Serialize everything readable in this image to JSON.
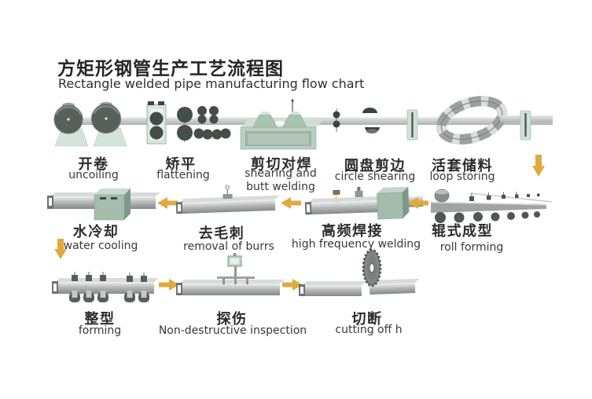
{
  "title": {
    "zh": "方矩形钢管生产工艺流程图",
    "en": "Rectangle welded pipe manufacturing flow chart"
  },
  "steps": [
    {
      "id": "uncoiling",
      "zh": "开卷",
      "en": "uncoiling"
    },
    {
      "id": "flattening",
      "zh": "矫平",
      "en": "flattening"
    },
    {
      "id": "shearing-and-butt-welding",
      "zh": "剪切对焊",
      "en": "shearing and butt welding"
    },
    {
      "id": "circle-shearing",
      "zh": "圆盘剪边",
      "en": "circle shearing"
    },
    {
      "id": "loop-storing",
      "zh": "活套储料",
      "en": "loop storing"
    },
    {
      "id": "roll-forming",
      "zh": "辊式成型",
      "en": "roll forming"
    },
    {
      "id": "high-frequency-welding",
      "zh": "高频焊接",
      "en": "high frequency welding"
    },
    {
      "id": "removal-of-burrs",
      "zh": "去毛刺",
      "en": "removal of burrs"
    },
    {
      "id": "water-cooling",
      "zh": "水冷却",
      "en": "water cooling"
    },
    {
      "id": "forming",
      "zh": "整型",
      "en": "forming"
    },
    {
      "id": "non-destructive-inspection",
      "zh": "探伤",
      "en": "Non-destructive inspection"
    },
    {
      "id": "cutting-off",
      "zh": "切断",
      "en": "cutting off h"
    }
  ],
  "colors": {
    "background": "#ffffff",
    "arrow_accent": "#e2a93c",
    "machine_green": "#a3bcac",
    "mint_light": "#d3e4da",
    "coil_dark": "#57615a",
    "pipe_gray": "#b9bcbb",
    "text": "#2c2c2c"
  }
}
